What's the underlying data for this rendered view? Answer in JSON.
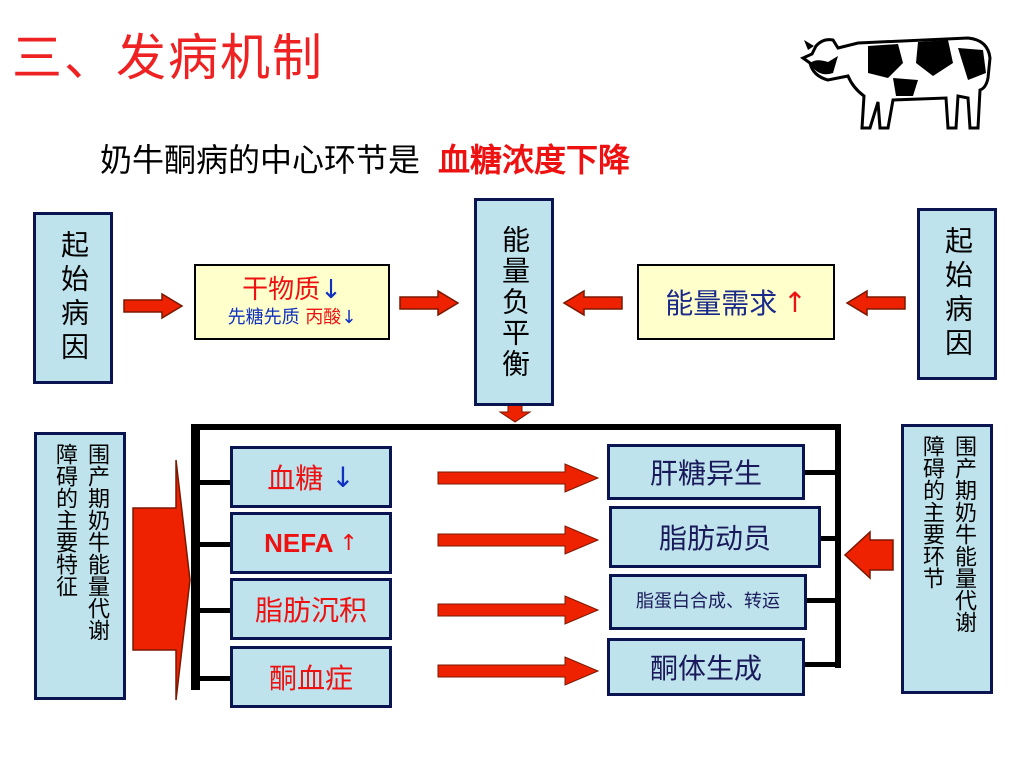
{
  "title": "三、发病机制",
  "subtitle": {
    "text": "奶牛酮病的中心环节是",
    "highlight": "血糖浓度下降"
  },
  "left_cause": "起始病因",
  "right_cause": "起始病因",
  "dry_matter": {
    "line1": "干物质",
    "line1_arrow": "↓",
    "line2a": "先糖先质",
    "line2b": "丙酸",
    "line2_arrow": "↓"
  },
  "energy_demand": {
    "text": "能量需求",
    "arrow": "↑"
  },
  "center": "能量负平衡",
  "left_feature": {
    "col1": "围产期奶牛能量代谢",
    "col2": "障碍的主要特征"
  },
  "right_link": {
    "col1": "围产期奶牛能量代谢",
    "col2": "障碍的主要环节"
  },
  "left_items": [
    {
      "label": "血糖",
      "arrow": "↓"
    },
    {
      "label": "NEFA",
      "arrow": "↑"
    },
    {
      "label": "脂肪沉积",
      "arrow": ""
    },
    {
      "label": "酮血症",
      "arrow": ""
    }
  ],
  "right_items": [
    "肝糖异生",
    "脂肪动员",
    "脂蛋白合成、转运",
    "酮体生成"
  ],
  "colors": {
    "title": "#ee2222",
    "highlight": "#ee1111",
    "box_fill": "#bfe3ec",
    "box_border": "#0a1450",
    "yellow_fill": "#ffffcc",
    "arrow": "#ee2200"
  },
  "icons": {
    "cow": "cow-silhouette-icon"
  }
}
